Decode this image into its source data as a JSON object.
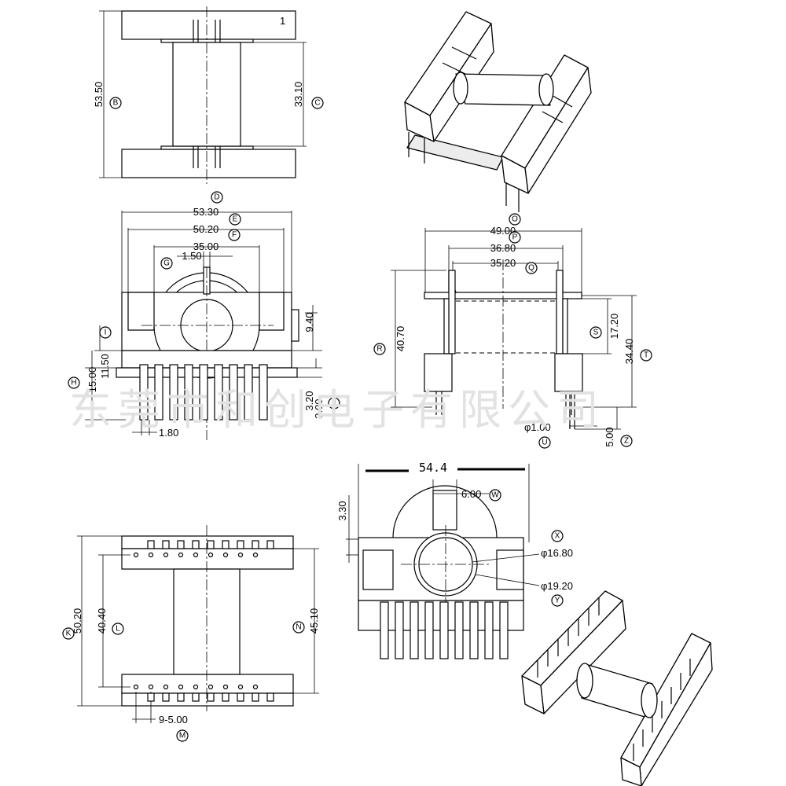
{
  "sheet_index": "1",
  "watermark": "东莞市和创电子有限公司",
  "top_view": {
    "dim_b_value": "53.50",
    "dim_b_label": "B",
    "dim_c_value": "33.10",
    "dim_c_label": "C"
  },
  "front_view": {
    "dim_d_label": "D",
    "dim_e_value": "53.30",
    "dim_e_label": "E",
    "dim_f_value": "50.20",
    "dim_f_label": "F",
    "dim_g_value": "35.00",
    "dim_g_label": "G",
    "slot_value": "1.50",
    "dim_i_label": "I",
    "dim_940_value": "9.40",
    "dim_h_value": "15.00",
    "dim_h_label": "H",
    "dim_1150_value": "11.50",
    "dim_320_value": "3.20",
    "dim_300_value": "3.00",
    "dim_j_label": "J",
    "dim_180_value": "1.80"
  },
  "side_view": {
    "dim_o_value": "49.00",
    "dim_o_label": "O",
    "dim_p_value": "36.80",
    "dim_p_label": "P",
    "dim_q_value": "35.20",
    "dim_q_label": "Q",
    "dim_r_value": "40.70",
    "dim_r_label": "R",
    "dim_s_value": "17.20",
    "dim_s_label": "S",
    "dim_t_value": "34.40",
    "dim_t_label": "T",
    "dim_u_value": "φ1.00",
    "dim_u_label": "U",
    "dim_z_value": "5.00",
    "dim_z_label": "Z"
  },
  "bottom_view": {
    "dim_k_value": "50.20",
    "dim_k_label": "K",
    "dim_l_value": "40.40",
    "dim_l_label": "L",
    "dim_n_value": "45.10",
    "dim_n_label": "N",
    "dim_m_value": "9-5.00",
    "dim_m_label": "M"
  },
  "front_view_2": {
    "width_value": "54.4",
    "dim_330_value": "3.30",
    "dim_w_value": "6.00",
    "dim_w_label": "W",
    "dim_x_value": "φ16.80",
    "dim_x_label": "X",
    "dim_y_value": "φ19.20",
    "dim_y_label": "Y"
  }
}
